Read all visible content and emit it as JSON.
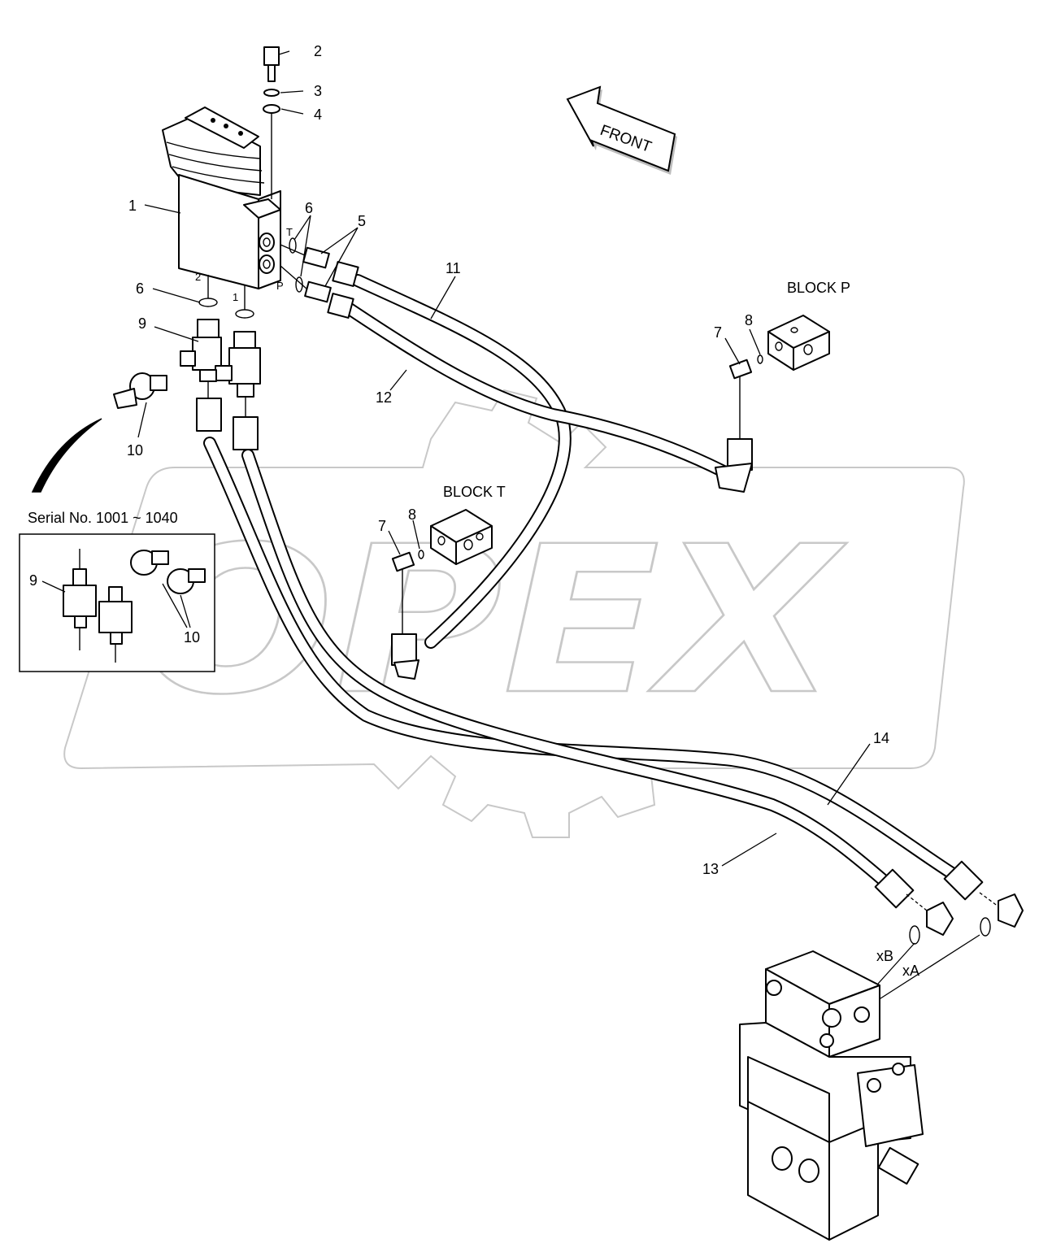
{
  "diagram": {
    "watermark": "OPEX",
    "direction_arrow_label": "FRONT",
    "block_labels": {
      "block_p": "BLOCK P",
      "block_t": "BLOCK T"
    },
    "inset": {
      "title": "Serial No. 1001 ~ 1040",
      "callouts": [
        "9",
        "10"
      ]
    },
    "port_labels": {
      "t": "T",
      "p": "P",
      "port_2": "2",
      "port_1": "1",
      "xb": "xB",
      "xa": "xA"
    },
    "callouts": {
      "c1": "1",
      "c2": "2",
      "c3": "3",
      "c4": "4",
      "c5": "5",
      "c6a": "6",
      "c6b": "6",
      "c7a": "7",
      "c7b": "7",
      "c8a": "8",
      "c8b": "8",
      "c9": "9",
      "c10": "10",
      "c11": "11",
      "c12": "12",
      "c13": "13",
      "c14": "14"
    }
  }
}
